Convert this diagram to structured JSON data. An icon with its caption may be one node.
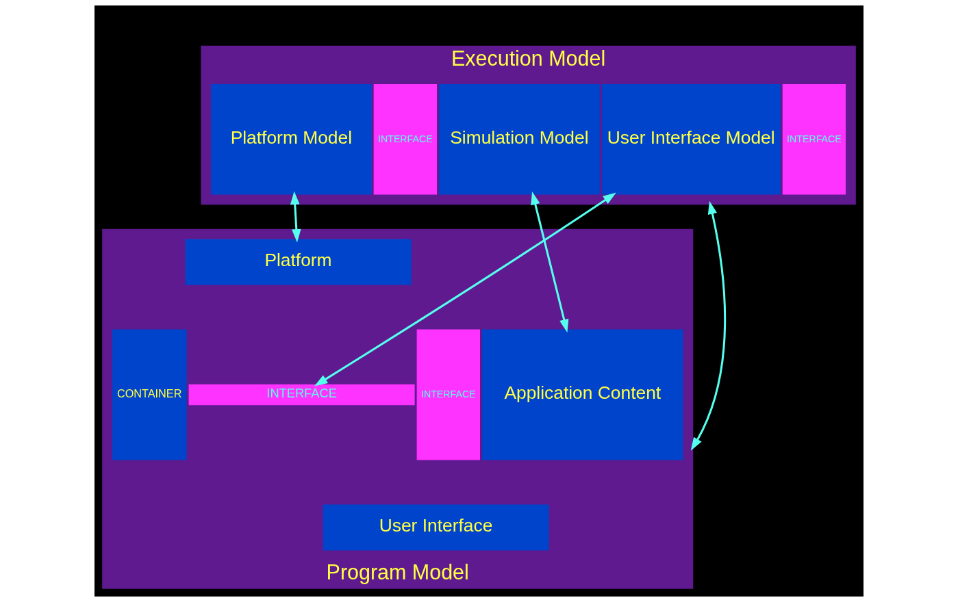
{
  "diagram": {
    "nodes": [
      {
        "text": [
          "Execution Model"
        ]
      },
      {
        "text": [
          "Platform Model"
        ],
        "in": 0
      },
      {
        "text": [
          "INTERFACE"
        ],
        "in": 0
      },
      {
        "text": [
          "User Interface Model"
        ],
        "in": 0
      },
      {
        "text": [
          "INTERFACE"
        ],
        "in": 0
      },
      {
        "text": [
          "Simulation Model"
        ],
        "in": 0
      },
      {
        "text": [
          "Program Model"
        ]
      },
      {
        "text": [
          "CONTAINER"
        ],
        "in": 6
      },
      {
        "text": [
          "Platform"
        ],
        "in": 6
      },
      {
        "text": [
          "INTERFACE"
        ],
        "in": 6
      },
      {
        "text": [
          "User Interface"
        ],
        "in": 6
      },
      {
        "text": [
          "INTERFACE"
        ],
        "in": 6
      },
      {
        "text": [
          "Application Content"
        ],
        "in": 6
      }
    ],
    "edges": [
      {
        "from": 1,
        "to": 8,
        "arrow": "both"
      },
      {
        "from": 3,
        "to": 9,
        "arrow": "both"
      },
      {
        "from": 0,
        "to": 6,
        "arrow": "both"
      },
      {
        "from": 5,
        "to": 12,
        "arrow": "both"
      }
    ]
  }
}
